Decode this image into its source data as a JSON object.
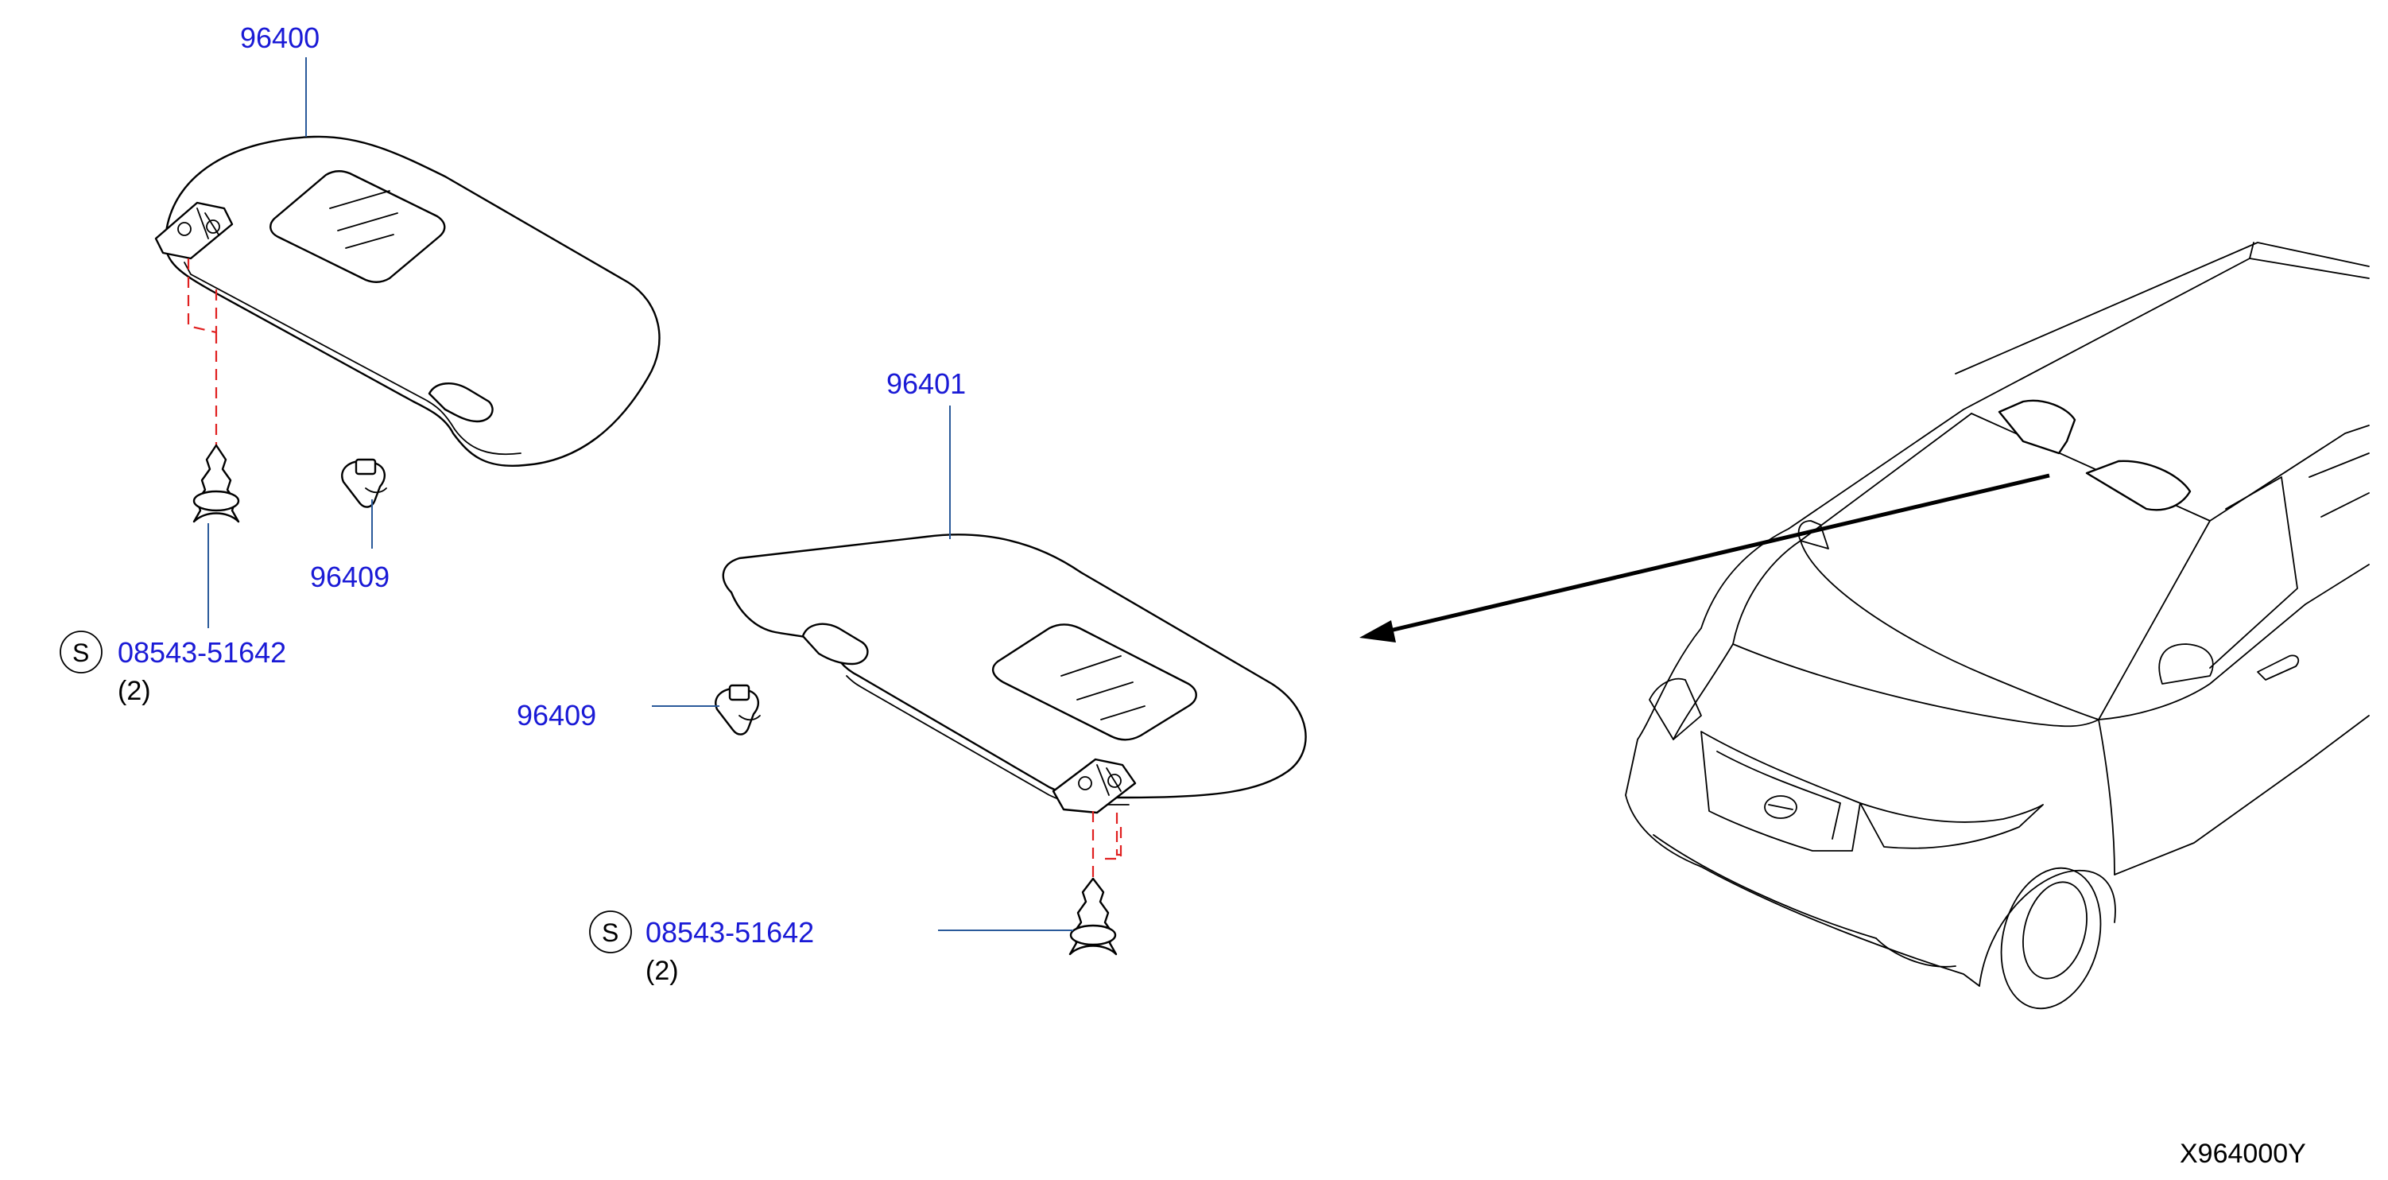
{
  "callouts": {
    "visor_left": "96400",
    "visor_right": "96401",
    "holder_left": "96409",
    "holder_right": "96409",
    "screw_left": "08543-51642",
    "screw_right": "08543-51642",
    "screw_left_qty": "(2)",
    "screw_right_qty": "(2)",
    "standard_symbol_left": "S",
    "standard_symbol_right": "S"
  },
  "diagram_code": "X964000Y",
  "icons": {
    "visor_left": "sun-visor-icon",
    "visor_right": "sun-visor-icon",
    "holder": "visor-holder-clip-icon",
    "screw": "screw-icon",
    "vehicle": "vehicle-icon",
    "pointer": "arrow-icon"
  },
  "colors": {
    "callout": "#1a1ad6",
    "leader": "#2a5a9a",
    "dashed_guide": "#e02020",
    "line": "#000000"
  }
}
